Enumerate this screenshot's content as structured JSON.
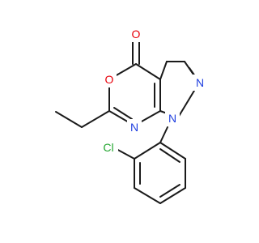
{
  "molecule": {
    "atoms": {
      "carbonyl_oxygen": {
        "symbol": "O",
        "color": "#e8000b"
      },
      "ring_oxygen": {
        "symbol": "O",
        "color": "#e8000b"
      },
      "pyrazole_n2": {
        "symbol": "N",
        "color": "#1f3fe0"
      },
      "pyrazole_n1": {
        "symbol": "N",
        "color": "#1f3fe0"
      },
      "oxazine_n": {
        "symbol": "N",
        "color": "#1f3fe0"
      },
      "chlorine": {
        "symbol": "Cl",
        "color": "#22a52f"
      }
    },
    "bond_color": "#1a1a1a"
  }
}
